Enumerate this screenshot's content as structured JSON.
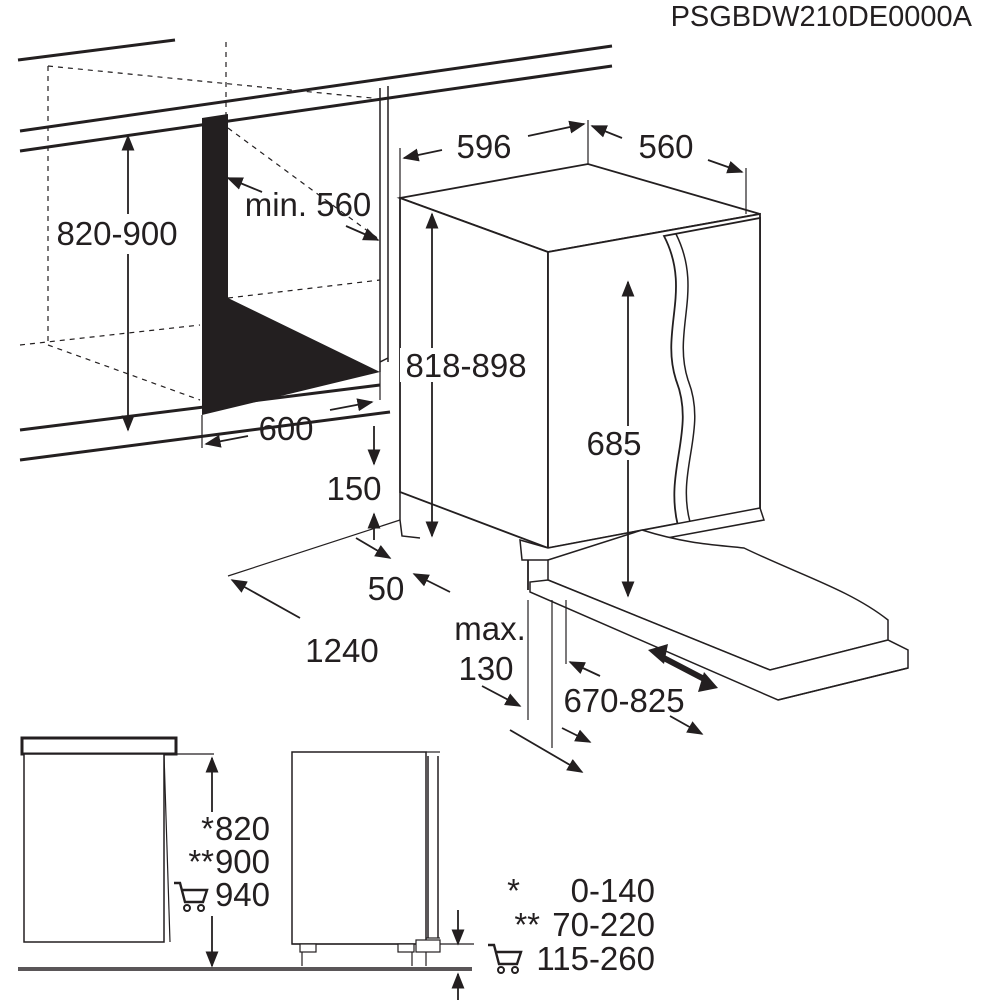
{
  "title_code": "PSGBDW210DE0000A",
  "installation_view": {
    "dimensions": {
      "niche_height": "820-900",
      "niche_depth": "min. 560",
      "niche_width": "600",
      "appliance_width": "596",
      "appliance_depth": "560",
      "appliance_height": "818-898",
      "door_height": "685",
      "plinth_height": "150",
      "plinth_recess": "50",
      "total_depth_open": "1240",
      "max_label": "max.",
      "max_value": "130",
      "door_travel": "670-825"
    }
  },
  "side_view": {
    "heights": [
      {
        "mark": "*",
        "value": "820",
        "icon": ""
      },
      {
        "mark": "**",
        "value": "900",
        "icon": ""
      },
      {
        "mark": "",
        "value": "940",
        "icon": "shopping-cart-icon"
      }
    ],
    "plinth_ranges": [
      {
        "mark": "*",
        "value": "0-140",
        "icon": ""
      },
      {
        "mark": "**",
        "value": "70-220",
        "icon": ""
      },
      {
        "mark": "",
        "value": "115-260",
        "icon": "shopping-cart-icon"
      }
    ]
  },
  "colors": {
    "line": "#231f20",
    "fill": "#231f20",
    "background": "#ffffff"
  }
}
